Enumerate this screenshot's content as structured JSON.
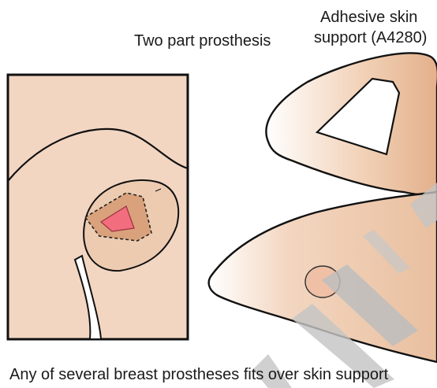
{
  "labels": {
    "title": "Two part prosthesis",
    "adhesive_line1": "Adhesive skin",
    "adhesive_line2": "support (A4280)",
    "caption": "Any of several breast prostheses fits over skin support"
  },
  "colors": {
    "skin": "#f2d6c2",
    "skin_shadow": "#d9a27c",
    "nipple": "#f26d7d",
    "support_light": "#ffffff",
    "support_tan": "#e8b893",
    "pointer_gray": "#bdbdbd",
    "outline": "#111111"
  }
}
